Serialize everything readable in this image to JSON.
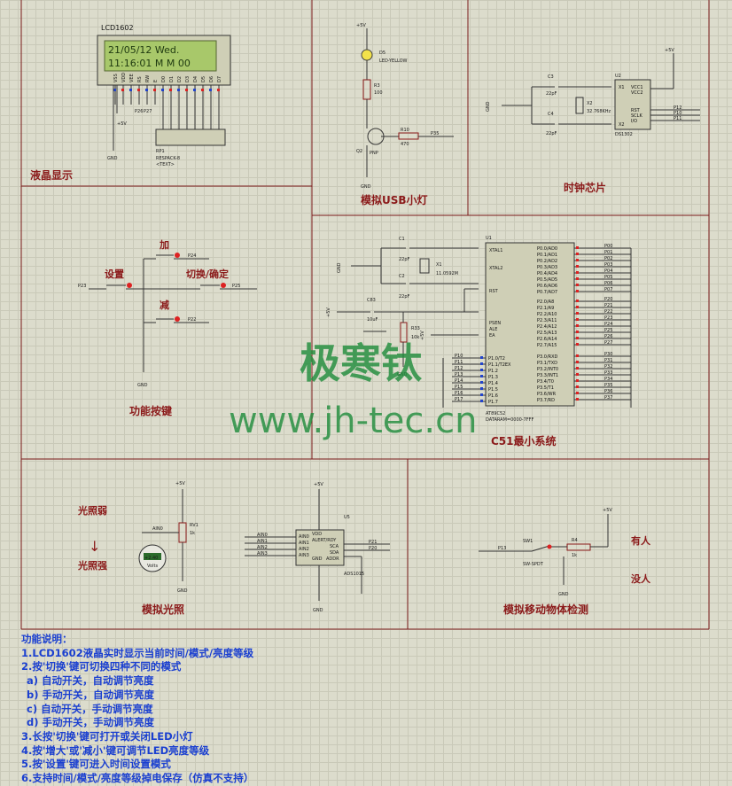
{
  "sections": {
    "lcd": "液晶显示",
    "usb": "模拟USB小灯",
    "clock": "时钟芯片",
    "keys": "功能按键",
    "mcu": "C51最小系统",
    "light": "模拟光照",
    "motion": "模拟移动物体检测"
  },
  "lcd": {
    "name": "LCD1602",
    "line1": "21/05/12  Wed.",
    "line2": "11:16:01  M M 00",
    "rp": "RP1",
    "rp_type": "RESPACK-8",
    "text_tag": "<TEXT>",
    "pins": [
      "VSS",
      "VDD",
      "VEE",
      "RS",
      "RW",
      "E",
      "D0",
      "D1",
      "D2",
      "D3",
      "D4",
      "D5",
      "D6",
      "D7"
    ],
    "net_p26": "P26",
    "net_p27": "P27",
    "plus5v": "+5V",
    "gnd": "GND"
  },
  "usb": {
    "d5": "D5",
    "d5_type": "LED-YELLOW",
    "r3": "R3",
    "r3_val": "100",
    "r10": "R10",
    "r10_val": "470",
    "q2": "Q2",
    "q2_type": "PNP",
    "net": "P35"
  },
  "clock": {
    "c3": "C3",
    "c3_val": "22pF",
    "c4": "C4",
    "c4_val": "22pF",
    "x2": "X2",
    "x2_val": "32.768KHz",
    "u2": "U2",
    "u2_type": "DS1302",
    "pins_left": [
      "X1",
      "X2"
    ],
    "pins_right": [
      "VCC1",
      "VCC2",
      "RST",
      "SCLK",
      "I/O"
    ],
    "nets": [
      "P12",
      "P10",
      "P11"
    ]
  },
  "keys": {
    "add": "加",
    "sub": "减",
    "set": "设置",
    "switch": "切换/确定",
    "nets": [
      "P24",
      "P23",
      "P25",
      "P22"
    ]
  },
  "mcu": {
    "u1": "U1",
    "c1": "C1",
    "c1_val": "22pF",
    "c2": "C2",
    "c2_val": "22pF",
    "x1": "X1",
    "x1_val": "11.0592M",
    "c83": "C83",
    "c83_val": "10uF",
    "r33": "R33",
    "r33_val": "10k",
    "chip": "AT89C52",
    "chip_data": "DATARAM=0000-7FFF",
    "xtal1": "XTAL1",
    "xtal2": "XTAL2",
    "rst": "RST",
    "psen": "PSEN",
    "ale": "ALE",
    "ea": "EA",
    "p0": [
      "P0.0/AD0",
      "P0.1/AD1",
      "P0.2/AD2",
      "P0.3/AD3",
      "P0.4/AD4",
      "P0.5/AD5",
      "P0.6/AD6",
      "P0.7/AD7"
    ],
    "p2": [
      "P2.0/A8",
      "P2.1/A9",
      "P2.2/A10",
      "P2.3/A11",
      "P2.4/A12",
      "P2.5/A13",
      "P2.6/A14",
      "P2.7/A15"
    ],
    "p3": [
      "P3.0/RXD",
      "P3.1/TXD",
      "P3.2/INT0",
      "P3.3/INT1",
      "P3.4/T0",
      "P3.5/T1",
      "P3.6/WR",
      "P3.7/RD"
    ],
    "p1": [
      "P1.0/T2",
      "P1.1/T2EX",
      "P1.2",
      "P1.3",
      "P1.4",
      "P1.5",
      "P1.6",
      "P1.7"
    ],
    "p0nets": [
      "P00",
      "P01",
      "P02",
      "P03",
      "P04",
      "P05",
      "P06",
      "P07"
    ],
    "p2nets": [
      "P20",
      "P21",
      "P22",
      "P23",
      "P24",
      "P25",
      "P26",
      "P27"
    ],
    "p3nets": [
      "P30",
      "P31",
      "P32",
      "P33",
      "P34",
      "P35",
      "P36",
      "P37"
    ],
    "p1nets": [
      "P10",
      "P11",
      "P12",
      "P13",
      "P14",
      "P15",
      "P16",
      "P17"
    ]
  },
  "light": {
    "weak": "光照弱",
    "arrow": "↓",
    "strong": "光照强",
    "rv1": "RV1",
    "rv1_val": "1k",
    "ain": "AIN0",
    "volts": "Volts",
    "meter": "+2.40",
    "u5": "U5",
    "u5_type": "ADS1015",
    "u5_pins_left": [
      "AIN0",
      "AIN1",
      "AIN2",
      "AIN3"
    ],
    "u5_pins_right": [
      "VDD",
      "ALERT/RDY",
      "SCA",
      "SDA",
      "ADDR"
    ],
    "u5_gnd": "GND",
    "nets_left": [
      "AIN0",
      "AIN1",
      "AIN2",
      "AIN3"
    ],
    "nets_right": [
      "P21",
      "P20"
    ]
  },
  "motion": {
    "sw1": "SW1",
    "sw1_type": "SW-SPDT",
    "r4": "R4",
    "r4_val": "1k",
    "net": "P13",
    "someone": "有人",
    "nobody": "没人"
  },
  "watermark": {
    "cn": "极寒钛",
    "url": "www.jh-tec.cn"
  },
  "notes": [
    "功能说明：",
    "1.LCD1602液晶实时显示当前时间/模式/亮度等级",
    "2.按'切换'键可切换四种不同的模式",
    "  a) 自动开关，自动调节亮度",
    "  b) 手动开关，自动调节亮度",
    "  c) 自动开关，手动调节亮度",
    "  d) 手动开关，手动调节亮度",
    "3.长按'切换'键可打开或关闭LED小灯",
    "4.按'增大'或'减小'键可调节LED亮度等级",
    "5.按'设置'键可进入时间设置模式",
    "6.支持时间/模式/亮度等级掉电保存（仿真不支持）"
  ]
}
